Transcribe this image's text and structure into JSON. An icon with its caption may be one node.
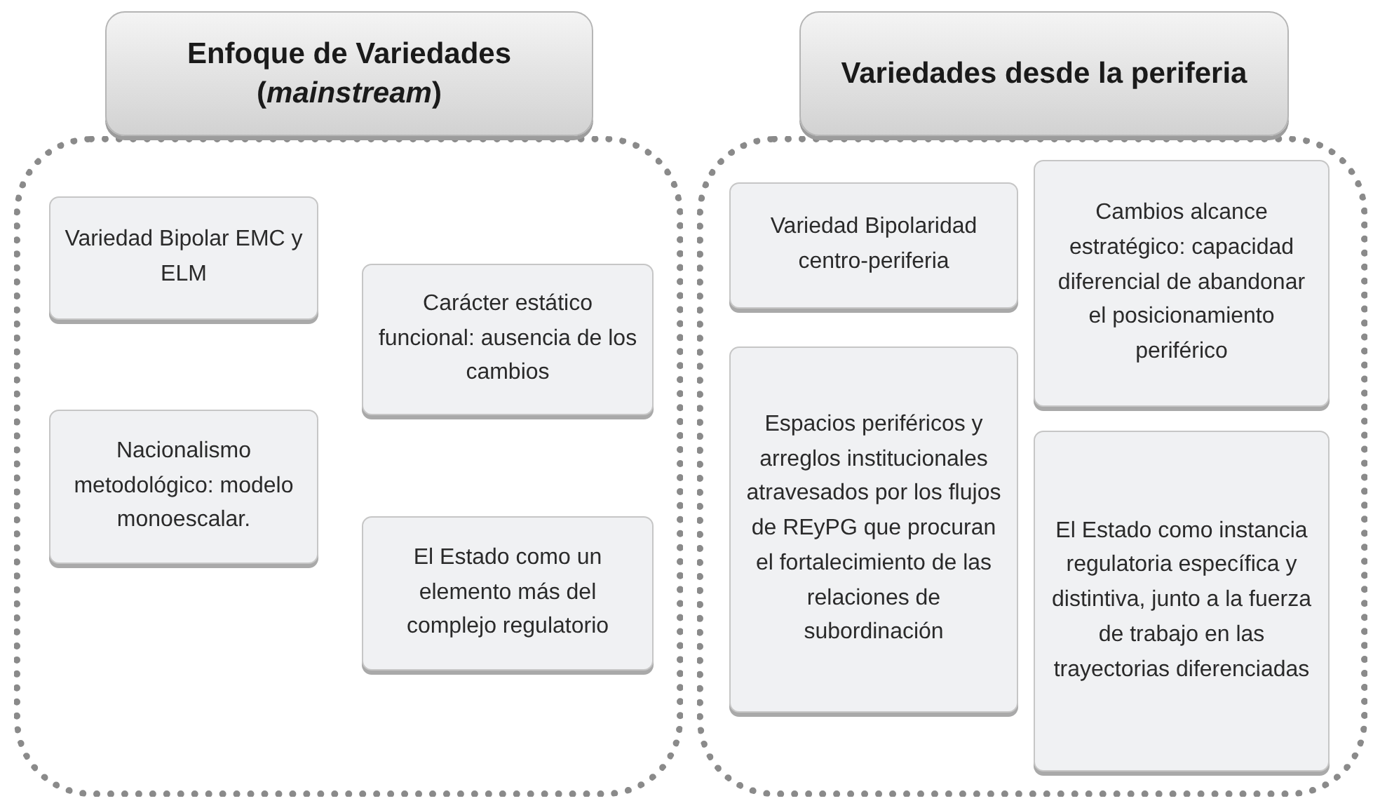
{
  "diagram": {
    "nodes": [
      {
        "text": [
          "Enfoque de Variedades (*mainstream*)"
        ]
      },
      {
        "text": [
          "Variedad Bipolar EMC y ELM"
        ],
        "in": 0
      },
      {
        "text": [
          "Carácter estático funcional: ausencia de los cambios"
        ],
        "in": 0
      },
      {
        "text": [
          "Nacionalismo metodológico: modelo monoescalar."
        ],
        "in": 0
      },
      {
        "text": [
          "El Estado como un elemento más del complejo regulatorio"
        ],
        "in": 0
      },
      {
        "text": [
          "Variedades desde la periferia"
        ]
      },
      {
        "text": [
          "Variedad Bipolaridad centro-periferia"
        ],
        "in": 5
      },
      {
        "text": [
          "Cambios alcance estratégico: capacidad diferencial de abandonar el posicionamiento periférico"
        ],
        "in": 5
      },
      {
        "text": [
          "Espacios periféricos y arreglos institucionales atravesados por los flujos de REyPG que procuran el fortalecimiento de las relaciones de subordinación"
        ],
        "in": 5
      },
      {
        "text": [
          "El Estado como instancia regulatoria específica y distintiva, junto a la fuerza de trabajo en las trayectorias diferenciadas"
        ],
        "in": 5
      }
    ]
  }
}
